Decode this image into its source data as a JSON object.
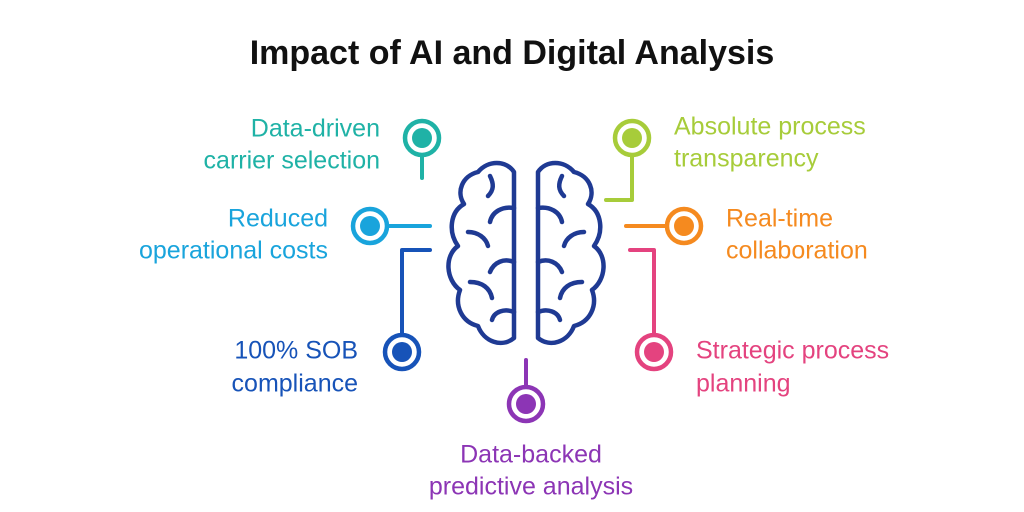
{
  "title": "Impact of AI and Digital Analysis",
  "colors": {
    "brain": "#1f3a93",
    "title": "#111111"
  },
  "items": [
    {
      "label_lines": [
        "Data-driven",
        "carrier selection"
      ],
      "color": "#1fb2a6"
    },
    {
      "label_lines": [
        "Reduced",
        "operational costs"
      ],
      "color": "#19a4dc"
    },
    {
      "label_lines": [
        "100% SOB",
        "compliance"
      ],
      "color": "#1753b8"
    },
    {
      "label_lines": [
        "Data-backed",
        "predictive analysis"
      ],
      "color": "#8c35b5"
    },
    {
      "label_lines": [
        "Strategic process",
        "planning"
      ],
      "color": "#e4437f"
    },
    {
      "label_lines": [
        "Real-time",
        "collaboration"
      ],
      "color": "#f58a1f"
    },
    {
      "label_lines": [
        "Absolute process",
        "transparency"
      ],
      "color": "#a7cc3a"
    }
  ]
}
